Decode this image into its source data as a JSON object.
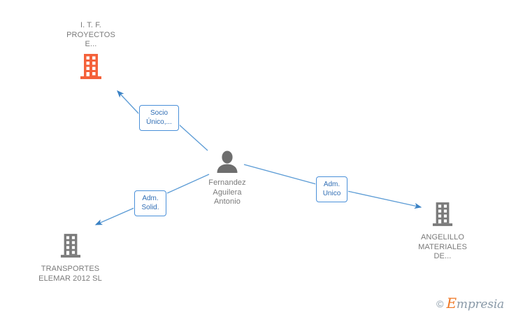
{
  "diagram": {
    "type": "relationship-graph",
    "background": "#ffffff",
    "colors": {
      "company_highlight": "#f4613a",
      "company_default": "#7a7a7a",
      "person": "#6e6e6e",
      "edge": "#4a90d9",
      "label_text": "#2f6db4",
      "node_text": "#7a7a7a",
      "watermark_orange": "#ef7622",
      "watermark_gray": "#8a9aa8"
    },
    "nodes": [
      {
        "id": "itf",
        "label": "I. T. F.\nPROYECTOS\nE...",
        "icon": "building-icon",
        "kind": "company",
        "highlighted": true
      },
      {
        "id": "person",
        "label": "Fernandez\nAguilera\nAntonio",
        "icon": "person-icon",
        "kind": "person",
        "highlighted": false
      },
      {
        "id": "transportes",
        "label": "TRANSPORTES\nELEMAR 2012 SL",
        "icon": "building-icon",
        "kind": "company",
        "highlighted": false
      },
      {
        "id": "angelillo",
        "label": "ANGELILLO\nMATERIALES\nDE...",
        "icon": "building-icon",
        "kind": "company",
        "highlighted": false
      }
    ],
    "edges": [
      {
        "id": "edge-socio-unico",
        "from": "person",
        "to": "itf",
        "label": "Socio\nÚnico,..."
      },
      {
        "id": "edge-adm-solid",
        "from": "person",
        "to": "transportes",
        "label": "Adm.\nSolid."
      },
      {
        "id": "edge-adm-unico",
        "from": "person",
        "to": "angelillo",
        "label": "Adm.\nUnico"
      }
    ]
  },
  "watermark": {
    "copyright": "©",
    "brand_initial": "E",
    "brand_rest": "mpresia"
  }
}
